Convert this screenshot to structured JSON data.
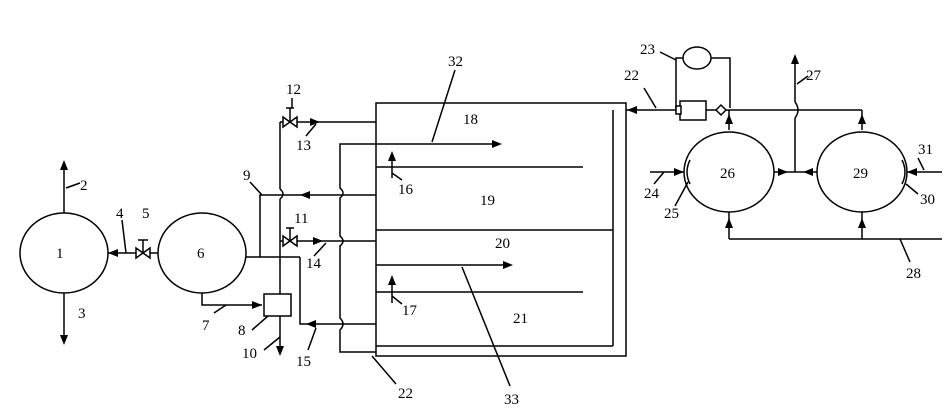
{
  "diagram": {
    "labels": {
      "n1": "1",
      "n2": "2",
      "n3": "3",
      "n4": "4",
      "n5": "5",
      "n6": "6",
      "n7": "7",
      "n8": "8",
      "n9": "9",
      "n10": "10",
      "n11": "11",
      "n12": "12",
      "n13": "13",
      "n14": "14",
      "n15": "15",
      "n16": "16",
      "n17": "17",
      "n18": "18",
      "n19": "19",
      "n20": "20",
      "n21": "21",
      "n22a": "22",
      "n22b": "22",
      "n23": "23",
      "n24": "24",
      "n25": "25",
      "n26": "26",
      "n27": "27",
      "n28": "28",
      "n29": "29",
      "n30": "30",
      "n31": "31",
      "n32": "32",
      "n33": "33"
    }
  }
}
